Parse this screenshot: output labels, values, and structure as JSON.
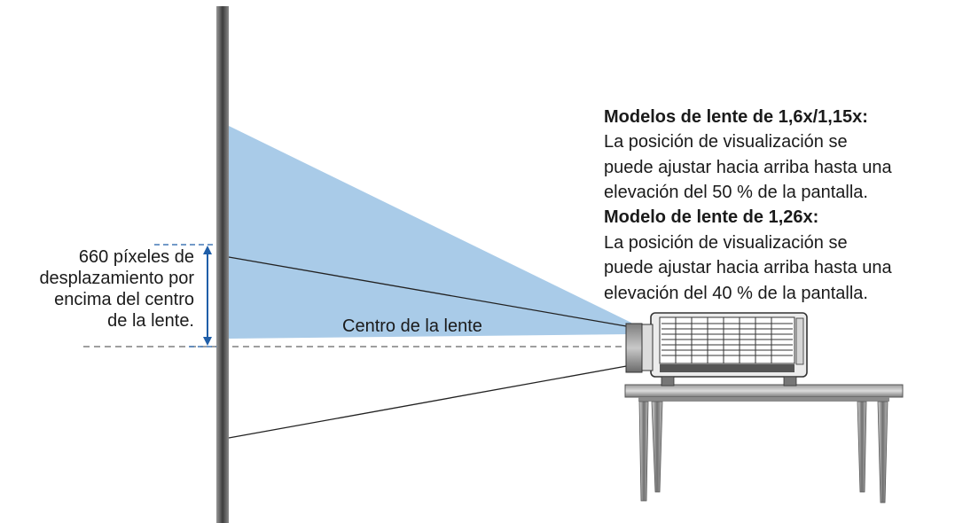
{
  "labels": {
    "offset_lines": [
      "660 píxeles de",
      "desplazamiento por",
      "encima del centro",
      "de la lente."
    ],
    "lens_center": "Centro de la lente"
  },
  "notes": [
    {
      "heading": "Modelos de lente de 1,6x/1,15x:",
      "body": [
        "La posición de visualización se",
        "puede ajustar hacia arriba hasta una",
        "elevación del 50 % de la pantalla."
      ]
    },
    {
      "heading": "Modelo de lente de 1,26x:",
      "body": [
        "La posición de visualización se",
        "puede ajustar hacia arriba hasta una",
        "elevación del 40 % de la pantalla."
      ]
    }
  ],
  "colors": {
    "beam": "#a9cbe8",
    "offset_arrow": "#1f5ea8",
    "wall": "#555555",
    "guide_line": "#333333"
  }
}
